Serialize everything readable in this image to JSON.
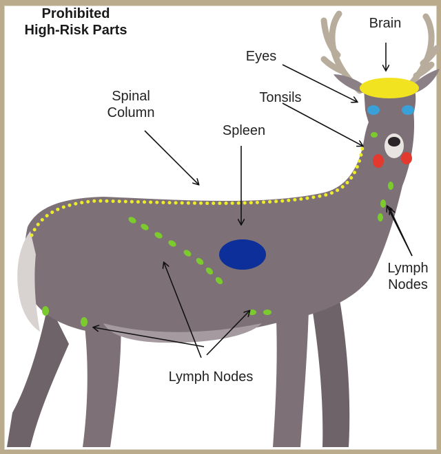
{
  "title_line1": "Prohibited",
  "title_line2": "High-Risk Parts",
  "labels": {
    "brain": "Brain",
    "eyes": "Eyes",
    "tonsils": "Tonsils",
    "spinal_line1": "Spinal",
    "spinal_line2": "Column",
    "spleen": "Spleen",
    "lymph_right_line1": "Lymph",
    "lymph_right_line2": "Nodes",
    "lymph_bottom": "Lymph Nodes"
  },
  "colors": {
    "deer_body": "#7d7077",
    "deer_shadow": "#5f545b",
    "deer_light": "#a59aa0",
    "antler": "#b8ad9c",
    "brain": "#f2e321",
    "brain_base": "#e0463a",
    "eyes": "#3aa0d8",
    "tonsils": "#e23a2e",
    "spinal_column": "#ecec2a",
    "spleen": "#0d2f99",
    "lymph_nodes": "#7ccb2e",
    "frame": "#b9ab8c"
  }
}
